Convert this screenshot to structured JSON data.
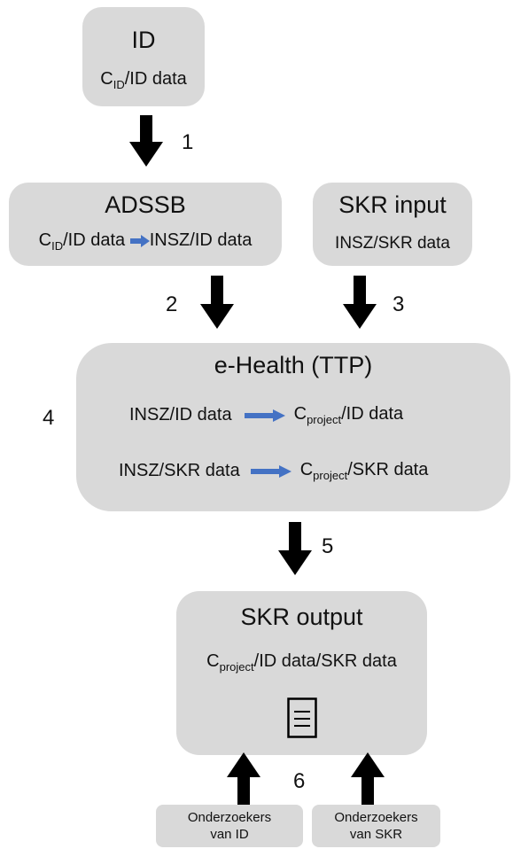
{
  "nodes": {
    "id": {
      "title": "ID",
      "line_prefix": "C",
      "line_sub": "ID",
      "line_suffix": "/ID data"
    },
    "adssb": {
      "title": "ADSSB",
      "line_prefix": "C",
      "line_sub": "ID",
      "line_mid": "/ID data",
      "line_right": "INSZ/ID data"
    },
    "skr_input": {
      "title": "SKR input",
      "line": "INSZ/SKR data"
    },
    "ehealth": {
      "title": "e-Health (TTP)",
      "rows": [
        {
          "left": "INSZ/ID data",
          "right_prefix": "C",
          "right_sub": "project",
          "right_suffix": "/ID data"
        },
        {
          "left": "INSZ/SKR data",
          "right_prefix": "C",
          "right_sub": "project",
          "right_suffix": "/SKR data"
        }
      ]
    },
    "skr_output": {
      "title": "SKR output",
      "line_prefix": "C",
      "line_sub": "project",
      "line_suffix": "/ID data/SKR data"
    },
    "researchers_id": {
      "line1": "Onderzoekers",
      "line2": "van ID"
    },
    "researchers_skr": {
      "line1": "Onderzoekers",
      "line2": "van SKR"
    }
  },
  "steps": [
    "1",
    "2",
    "3",
    "4",
    "5",
    "6"
  ],
  "colors": {
    "box": "#d9d9d9",
    "arrow": "#000000",
    "inline_arrow": "#4472c4"
  },
  "icons": {
    "output_document": "document-icon"
  }
}
